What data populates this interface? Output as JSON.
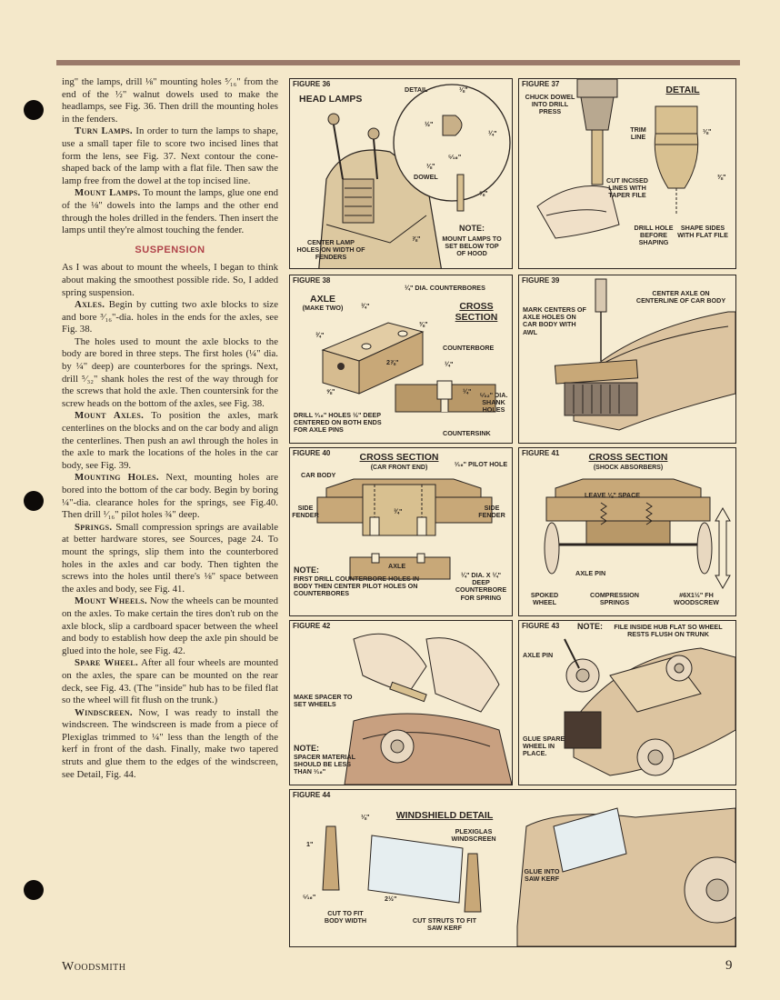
{
  "body_text": {
    "p1": "ing\" the lamps, drill ⅛\" mounting holes ⁵⁄₁₆\" from the end of the ½\" walnut dowels used to make the headlamps, see Fig. 36. Then drill the mounting holes in the fenders.",
    "p2_head": "Turn Lamps.",
    "p2": "In order to turn the lamps to shape, use a small taper file to score two incised lines that form the lens, see Fig. 37. Next contour the cone-shaped back of the lamp with a flat file. Then saw the lamp free from the dowel at the top incised line.",
    "p3_head": "Mount Lamps.",
    "p3": "To mount the lamps, glue one end of the ⅛\" dowels into the lamps and the other end through the holes drilled in the fenders. Then insert the lamps until they're almost touching the fender.",
    "section_heading": "SUSPENSION",
    "p4": "As I was about to mount the wheels, I began to think about making the smoothest possible ride. So, I added spring suspension.",
    "p5_head": "Axles.",
    "p5": "Begin by cutting two axle blocks to size and bore ³⁄₁₆\"-dia. holes in the ends for the axles, see Fig. 38.",
    "p6": "The holes used to mount the axle blocks to the body are bored in three steps. The first holes (¼\" dia. by ¼\" deep) are counterbores for the springs. Next, drill ⁵⁄₃₂\" shank holes the rest of the way through for the screws that hold the axle. Then countersink for the screw heads on the bottom of the axles, see Fig. 38.",
    "p7_head": "Mount Axles.",
    "p7": "To position the axles, mark centerlines on the blocks and on the car body and align the centerlines. Then push an awl through the holes in the axle to mark the locations of the holes in the car body, see Fig. 39.",
    "p8_head": "Mounting Holes.",
    "p8": "Next, mounting holes are bored into the bottom of the car body. Begin by boring ¼\"-dia. clearance holes for the springs, see Fig.40. Then drill ¹⁄₁₆\" pilot holes ¾\" deep.",
    "p9_head": "Springs.",
    "p9": "Small compression springs are available at better hardware stores, see Sources, page 24. To mount the springs, slip them into the counterbored holes in the axles and car body. Then tighten the screws into the holes until there's ⅛\" space between the axles and body, see Fig. 41.",
    "p10_head": "Mount Wheels.",
    "p10": "Now the wheels can be mounted on the axles. To make certain the tires don't rub on the axle block, slip a cardboard spacer between the wheel and body to establish how deep the axle pin should be glued into the hole, see Fig. 42.",
    "p11_head": "Spare Wheel.",
    "p11": "After all four wheels are mounted on the axles, the spare can be mounted on the rear deck, see Fig. 43. (The \"inside\" hub has to be filed flat so the wheel will fit flush on the trunk.)",
    "p12_head": "Windscreen.",
    "p12": "Now, I was ready to install the windscreen. The windscreen is made from a piece of Plexiglas trimmed to ¼\" less than the length of the kerf in front of the dash. Finally, make two tapered struts and glue them to the edges of the windscreen, see Detail, Fig. 44."
  },
  "fig36": {
    "label": "FIGURE 36",
    "title": "HEAD LAMPS",
    "detail": "DETAIL",
    "d1": "⅛\"",
    "d2": "½\"",
    "d3": "¼\"",
    "d4": "⁵⁄₁₆\"",
    "d5": "⅛\"",
    "dowel": "DOWEL",
    "d6": "⅝\"",
    "center_lamp": "CENTER LAMP HOLES ON WIDTH OF FENDERS",
    "d7": "⅞\"",
    "note_h": "NOTE:",
    "note": "MOUNT LAMPS TO SET BELOW TOP OF HOOD"
  },
  "fig37": {
    "label": "FIGURE 37",
    "chuck": "CHUCK DOWEL INTO DRILL PRESS",
    "detail": "DETAIL",
    "trim": "TRIM LINE",
    "d1": "⅛\"",
    "d2": "⅜\"",
    "cut": "CUT INCISED LINES WITH TAPER FILE",
    "drill": "DRILL HOLE BEFORE SHAPING",
    "shape": "SHAPE SIDES WITH FLAT FILE"
  },
  "fig38": {
    "label": "FIGURE 38",
    "counterbores": "¼\" DIA. COUNTERBORES",
    "axle": "AXLE",
    "make_two": "(MAKE TWO)",
    "cross": "CROSS SECTION",
    "d1": "¾\"",
    "d2": "¾\"",
    "d3": "⅜\"",
    "d4": "2⅞\"",
    "d5": "⅝\"",
    "counterbore": "COUNTERBORE",
    "d6": "¼\"",
    "d7": "¼\"",
    "d8": "⁵⁄₃₂\" DIA. SHANK HOLES",
    "drill": "DRILL ³⁄₁₆\" HOLES ½\" DEEP CENTERED ON BOTH ENDS FOR AXLE PINS",
    "countersink": "COUNTERSINK"
  },
  "fig39": {
    "label": "FIGURE 39",
    "center": "CENTER AXLE ON CENTERLINE OF CAR BODY",
    "mark": "MARK CENTERS OF AXLE HOLES ON CAR BODY WITH AWL"
  },
  "fig40": {
    "label": "FIGURE 40",
    "title": "CROSS SECTION",
    "sub": "(CAR FRONT END)",
    "car_body": "CAR BODY",
    "pilot": "¹⁄₁₆\" PILOT HOLE",
    "side_l": "SIDE FENDER",
    "side_r": "SIDE FENDER",
    "d1": "¾\"",
    "axle": "AXLE",
    "note_h": "NOTE:",
    "note": "FIRST DRILL COUNTERBORE HOLES IN BODY THEN CENTER PILOT HOLES ON COUNTERBORES",
    "dia": "¼\" DIA. X ¼\" DEEP COUNTERBORE FOR SPRING"
  },
  "fig41": {
    "label": "FIGURE 41",
    "title": "CROSS SECTION",
    "sub": "(SHOCK ABSORBERS)",
    "leave": "LEAVE ⅛\" SPACE",
    "axle_pin": "AXLE PIN",
    "spoked": "SPOKED WHEEL",
    "springs": "COMPRESSION SPRINGS",
    "woodscrew": "#6x1½\" Fh WOODSCREW"
  },
  "fig42": {
    "label": "FIGURE 42",
    "spacer": "MAKE SPACER TO SET WHEELS",
    "note_h": "NOTE:",
    "note": "SPACER MATERIAL SHOULD BE LESS THAN ¹⁄₁₆\""
  },
  "fig43": {
    "label": "FIGURE 43",
    "note_h": "NOTE:",
    "note": "FILE INSIDE HUB FLAT SO WHEEL RESTS FLUSH ON TRUNK",
    "axle_pin": "AXLE PIN",
    "glue": "GLUE SPARE WHEEL IN PLACE."
  },
  "fig44": {
    "label": "FIGURE 44",
    "title": "WINDSHIELD DETAIL",
    "d1": "⅛\"",
    "d2": "1\"",
    "d3": "⁵⁄₁₆\"",
    "d4": "2½\"",
    "plexi": "PLEXIGLAS WINDSCREEN",
    "glue": "GLUE INTO SAW KERF",
    "cut_fit": "CUT TO FIT BODY WIDTH",
    "cut_struts": "CUT STRUTS TO FIT SAW KERF"
  },
  "footer": {
    "magazine": "Woodsmith",
    "page": "9"
  },
  "colors": {
    "accent": "#b0434a",
    "rule": "#9a7a6a",
    "paper": "#f4e8ca"
  }
}
